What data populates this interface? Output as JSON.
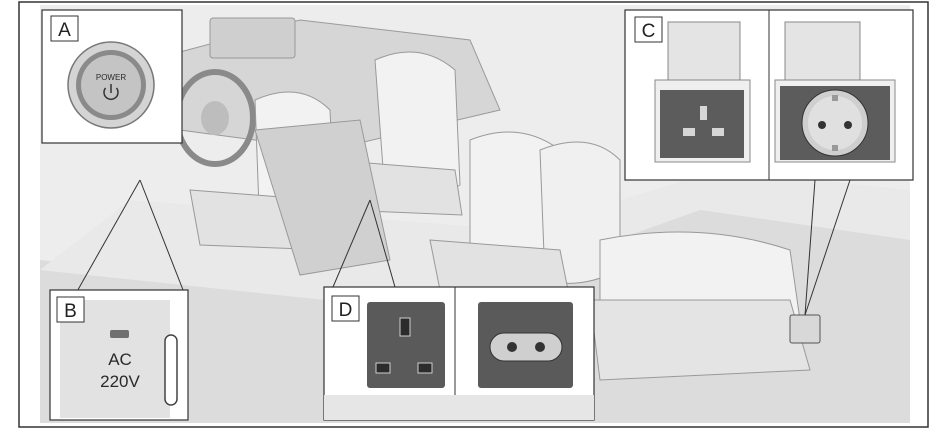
{
  "callouts": {
    "a": {
      "letter": "A",
      "button_text": "POWER"
    },
    "b": {
      "letter": "B",
      "line1": "AC",
      "line2": "220V"
    },
    "c": {
      "letter": "C"
    },
    "d": {
      "letter": "D"
    }
  },
  "colors": {
    "frame": "#333333",
    "interior": "#e6e6e6",
    "panel": "#f4f4f4",
    "socket_dark": "#595959"
  },
  "icons": {
    "power": "power-symbol-icon",
    "uk_socket": "bs1363-socket-icon",
    "schuko_socket": "schuko-socket-icon",
    "euro_socket": "europlug-socket-icon"
  }
}
